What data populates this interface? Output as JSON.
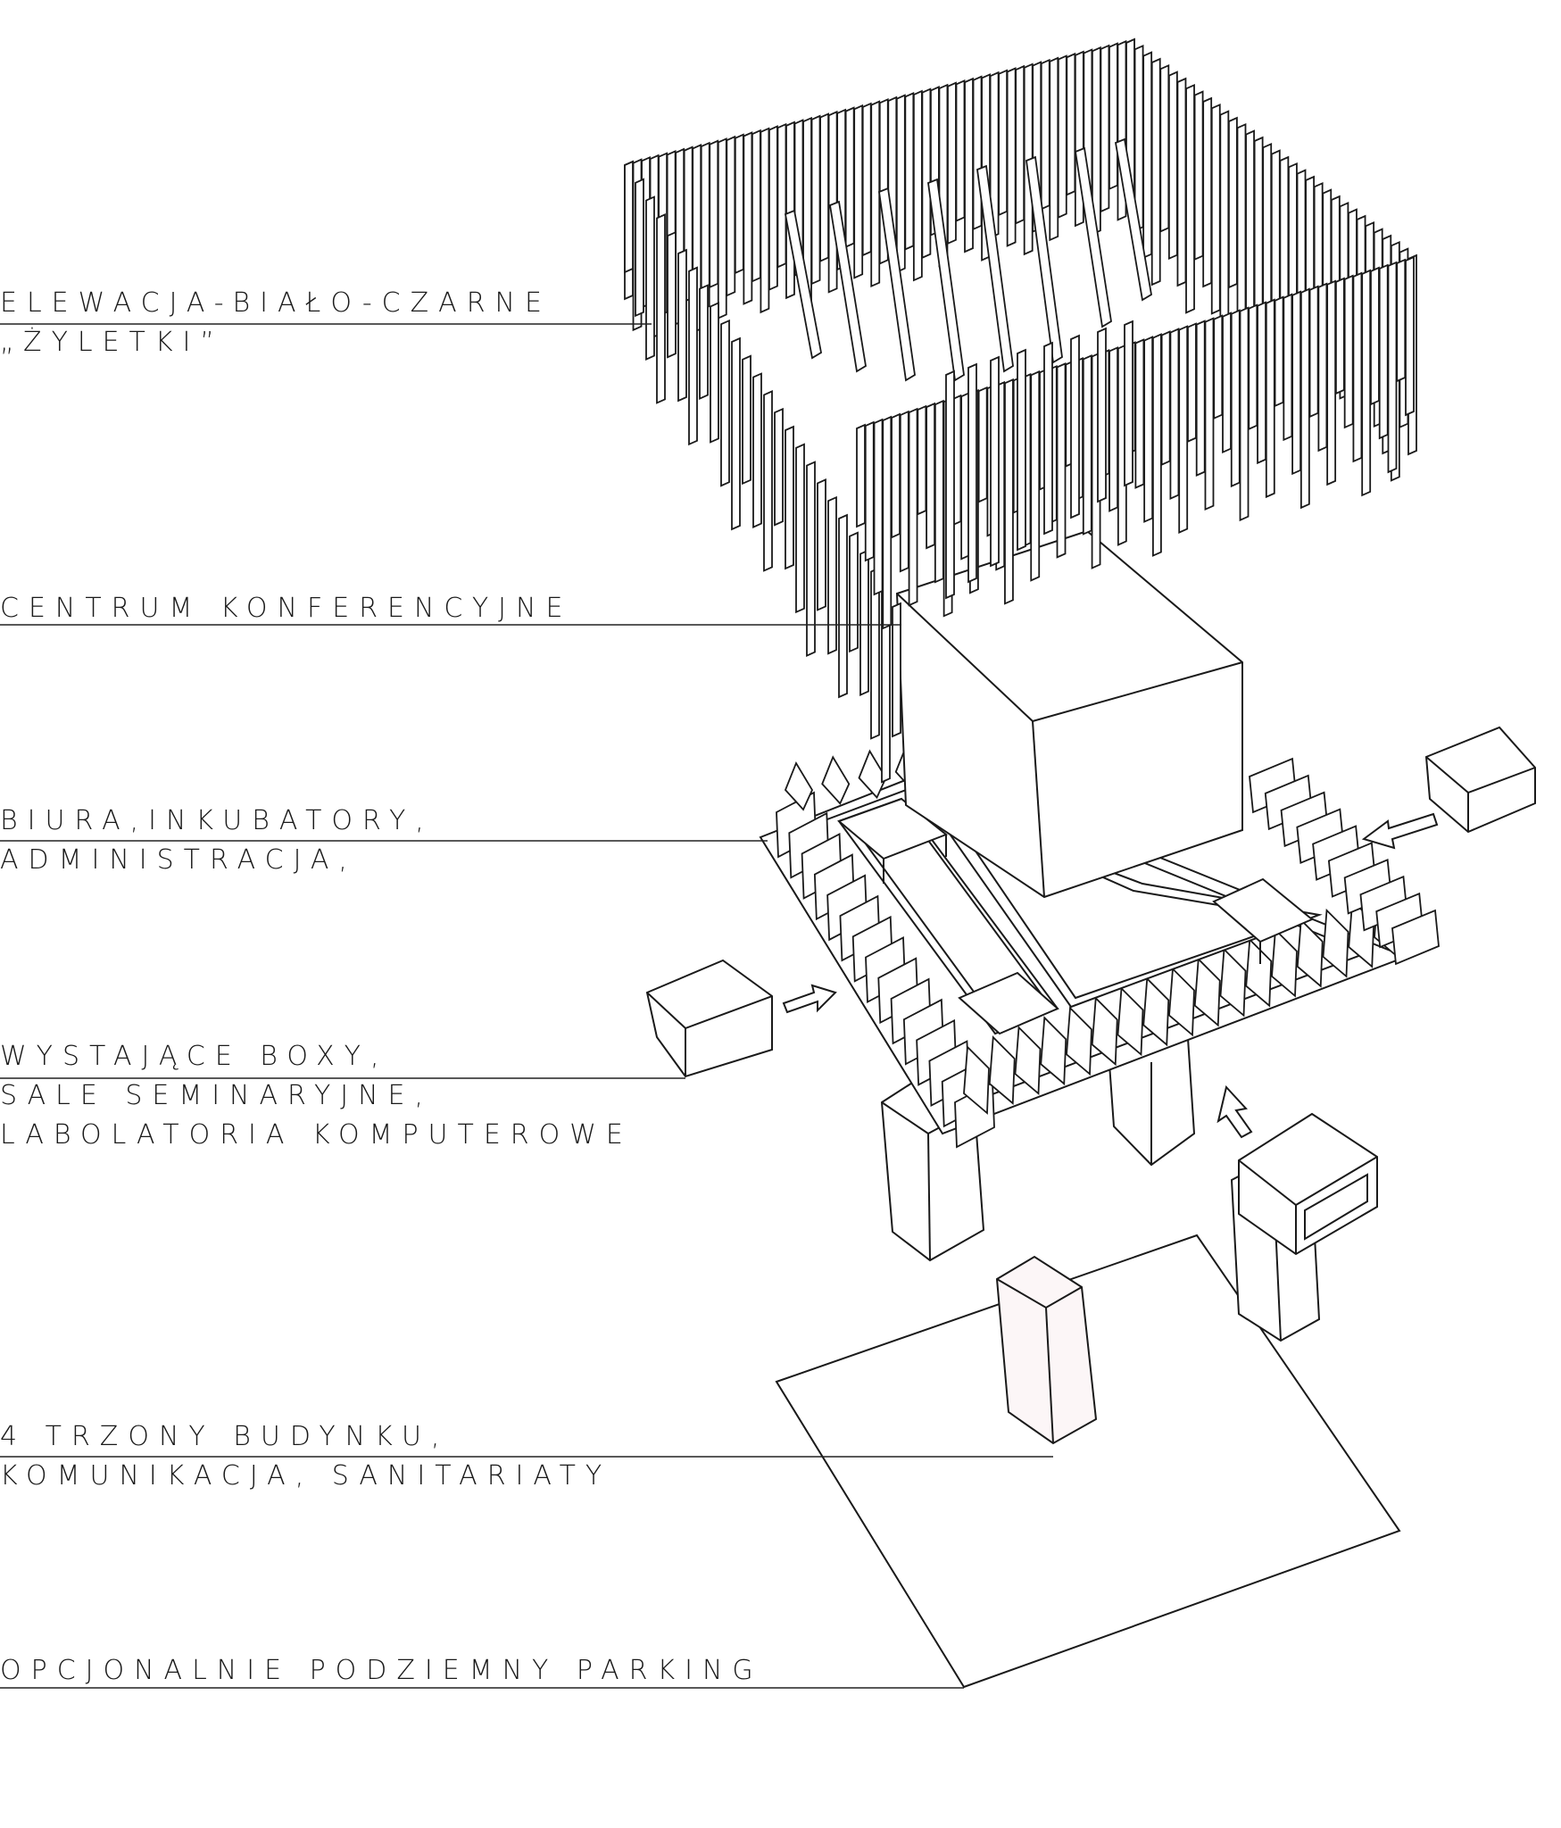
{
  "labels": {
    "elevation": {
      "line1": "ELEWACJA-BIAŁO-CZARNE",
      "line2": "„ŻYLETKI”"
    },
    "conference": {
      "line1": "CENTRUM KONFERENCYJNE"
    },
    "offices": {
      "line1": "BIURA,INKUBATORY,",
      "line2": "ADMINISTRACJA,"
    },
    "boxes": {
      "line1": "WYSTAJĄCE BOXY,",
      "line2": "SALE SEMINARYJNE,",
      "line3": "LABOLATORIA KOMPUTEROWE"
    },
    "cores": {
      "line1": "4 TRZONY BUDYNKU,",
      "line2": "KOMUNIKACJA, SANITARIATY"
    },
    "parking": {
      "line1": "OPCJONALNIE PODZIEMNY PARKING"
    }
  }
}
